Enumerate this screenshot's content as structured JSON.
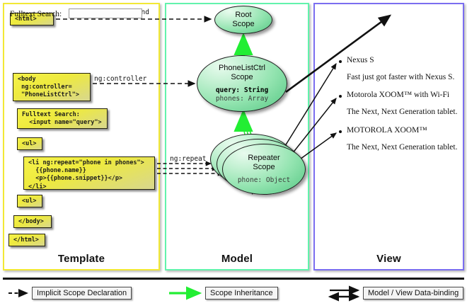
{
  "columns": {
    "template": {
      "label": "Template",
      "border_color": "#f2e835"
    },
    "model": {
      "label": "Model",
      "border_color": "#62f3ac"
    },
    "view": {
      "label": "View",
      "border_color": "#7b6ef0"
    }
  },
  "template": {
    "boxes": [
      {
        "id": "html-open",
        "text": "<html>"
      },
      {
        "id": "body-open",
        "text": "<body\n ng:controller=\n \"PhoneListCtrl\">"
      },
      {
        "id": "search",
        "text": "Fulltext Search:\n  <input name=\"query\">"
      },
      {
        "id": "ul-open",
        "text": "<ul>"
      },
      {
        "id": "li-repeat",
        "text": "<li ng:repeat=\"phone in phones\">\n  {{phone.name}}\n  <p>{{phone.snippet}}</p>\n</li>"
      },
      {
        "id": "ul-close",
        "text": "<ul>"
      },
      {
        "id": "body-close",
        "text": "</body>"
      },
      {
        "id": "html-close",
        "text": "</html>"
      }
    ]
  },
  "model": {
    "scopes": [
      {
        "id": "root-scope",
        "title": "Root\nScope",
        "props": []
      },
      {
        "id": "phonelistctrl-scope",
        "title": "PhoneListCtrl\nScope",
        "props": [
          {
            "text": "query: String",
            "bold": true
          },
          {
            "text": "phones: Array",
            "bold": false
          }
        ]
      },
      {
        "id": "repeater-scope",
        "title": "Repeater\nScope",
        "props": [
          {
            "text": "phone: Object",
            "bold": false
          }
        ]
      }
    ]
  },
  "edges": {
    "autobind": "ng:autobind",
    "controller": "ng:controller",
    "repeat": "ng:repeat"
  },
  "view": {
    "search_label": "Fulltext Search:",
    "search_value": "",
    "search_placeholder": "",
    "phones": [
      {
        "name": "Nexus S",
        "snippet": "Fast just got faster with Nexus S."
      },
      {
        "name": "Motorola XOOM™  with Wi-Fi",
        "snippet": "The Next, Next Generation tablet."
      },
      {
        "name": "MOTOROLA XOOM™",
        "snippet": "The Next, Next Generation tablet."
      }
    ]
  },
  "legend": [
    {
      "id": "implicit-scope-declaration",
      "label": "Implicit Scope Declaration",
      "arrow": "dashed-black"
    },
    {
      "id": "scope-inheritance",
      "label": "Scope Inheritance",
      "arrow": "solid-green"
    },
    {
      "id": "model-view-data-binding",
      "label": "Model / View Data-binding",
      "arrow": "double-black"
    }
  ],
  "colors": {
    "inheritance_green": "#22ee33",
    "code_yellow": "#eeea3e",
    "scope_green": "#93e4b0"
  }
}
